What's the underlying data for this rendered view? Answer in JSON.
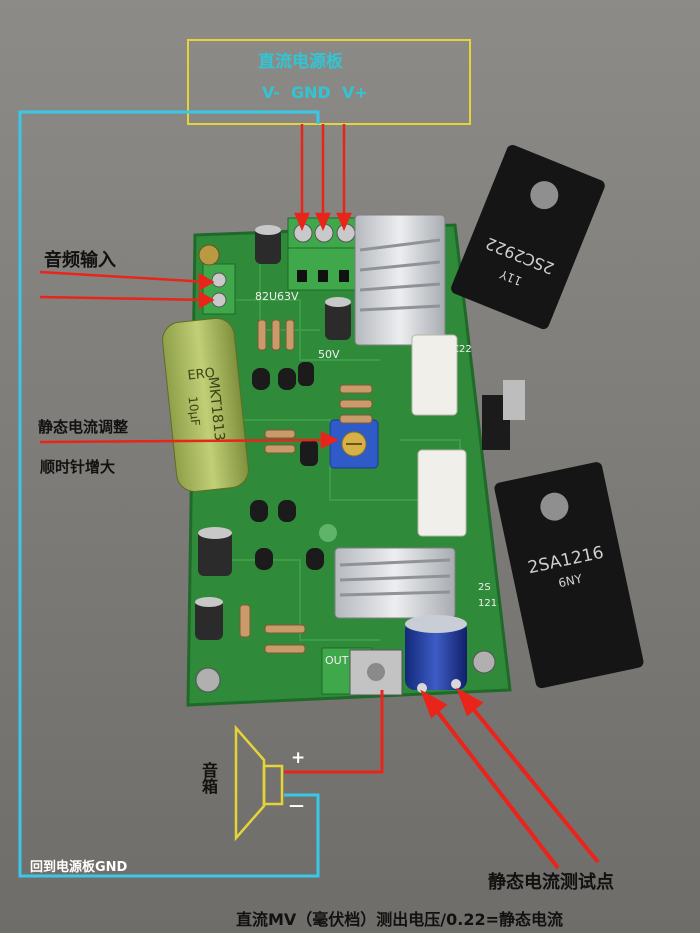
{
  "labels": {
    "power_board": "直流电源板",
    "rails": "V-  GND  V+",
    "audio_input": "音频输入",
    "bias_adjust": "静态电流调整",
    "clockwise_increase": "顺时针增大",
    "speaker": "音箱",
    "plus": "+",
    "minus": "—",
    "return_gnd": "回到电源板GND",
    "test_point": "静态电流测试点",
    "formula": "直流MV（毫伏档）测出电压/0.22=静态电流"
  },
  "component_markings": {
    "transistor_top": "2SC2922",
    "transistor_top_code": "11Y",
    "transistor_bottom": "2SA1216",
    "transistor_bottom_code": "6NY",
    "film_cap_brand": "ERO",
    "film_cap_model": "MKT1813",
    "film_cap_value": "10μF",
    "cap_label": "82U63V",
    "cap_label_2": "50V",
    "pcb_out": "OUT",
    "pcb_c22": "C22",
    "pcb_2sa": "2S",
    "pcb_121": "121"
  },
  "colors": {
    "background": "#7a7874",
    "pcb_green": "#2f8a3a",
    "label_cyan": "#33c4d4",
    "wire_red": "#e8241b",
    "wire_cyan": "#39c8e8",
    "box_yellow": "#e5d33a",
    "text_dark": "#111111",
    "text_white": "#ffffff"
  }
}
